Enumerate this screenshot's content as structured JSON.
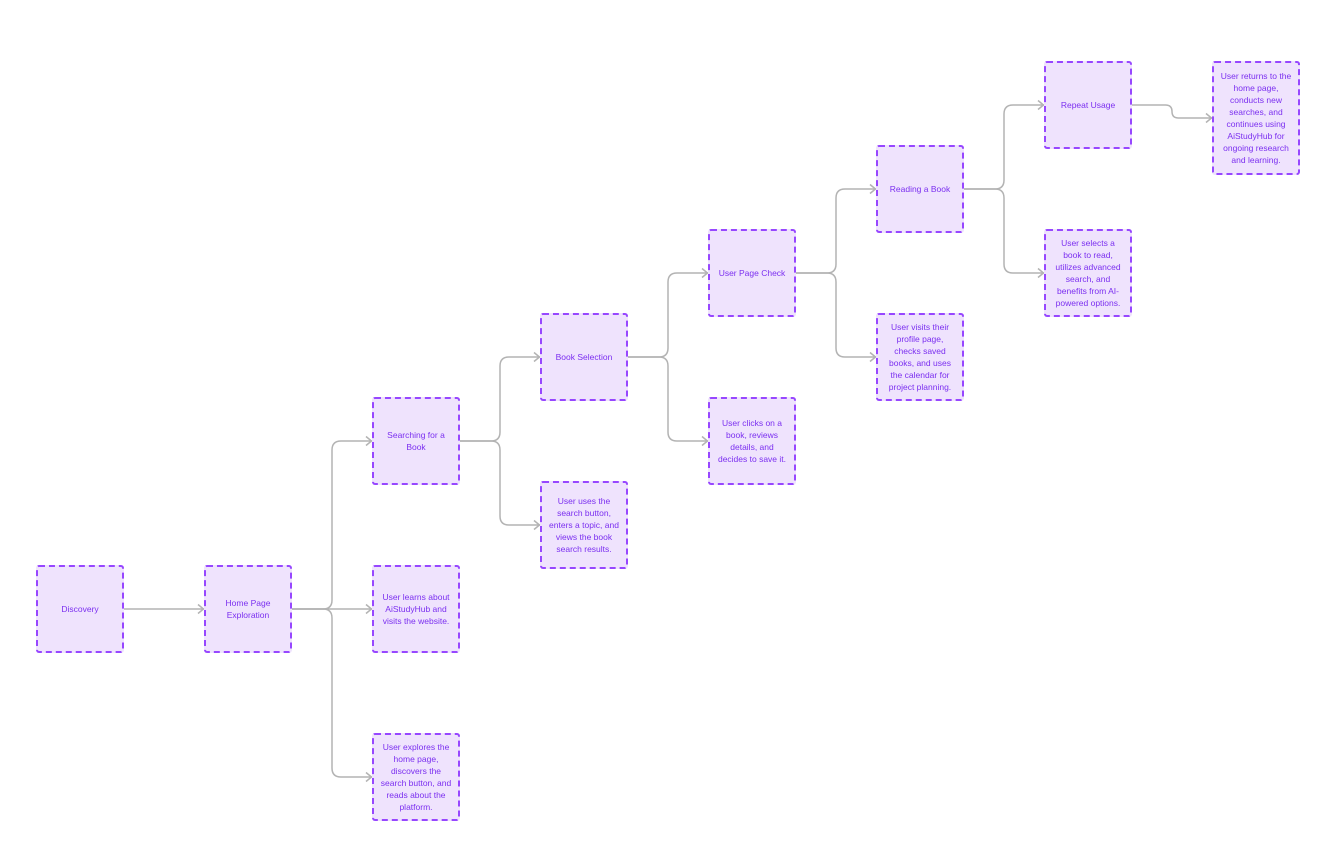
{
  "diagram": {
    "type": "user-journey-flow",
    "colors": {
      "node_fill": "#efe3fd",
      "node_border": "#9747ff",
      "node_text": "#7b2ff0",
      "connector": "#b3b3b3"
    },
    "nodes": {
      "discovery": {
        "label": "Discovery"
      },
      "home": {
        "label": "Home Page Exploration"
      },
      "home_desc": {
        "label": "User learns about AiStudyHub and visits the website."
      },
      "explore_desc": {
        "label": "User explores the home page, discovers the search button, and reads about the platform."
      },
      "search": {
        "label": "Searching for a Book"
      },
      "search_desc": {
        "label": "User uses the search button, enters a topic, and views the book search results."
      },
      "book_selection": {
        "label": "Book Selection"
      },
      "book_selection_desc": {
        "label": "User clicks on a book, reviews details, and decides to save it."
      },
      "user_page": {
        "label": "User Page Check"
      },
      "user_page_desc": {
        "label": "User visits their profile page, checks saved books, and uses the calendar for project planning."
      },
      "reading": {
        "label": "Reading a Book"
      },
      "reading_desc": {
        "label": "User selects a book to read, utilizes advanced search, and benefits from AI-powered options."
      },
      "repeat": {
        "label": "Repeat Usage"
      },
      "repeat_desc": {
        "label": "User returns to the home page, conducts new searches, and continues using AiStudyHub for ongoing research and learning."
      }
    },
    "edges": [
      [
        "discovery",
        "home"
      ],
      [
        "home",
        "home_desc"
      ],
      [
        "home",
        "search"
      ],
      [
        "home",
        "explore_desc"
      ],
      [
        "search",
        "book_selection"
      ],
      [
        "search",
        "search_desc"
      ],
      [
        "book_selection",
        "user_page"
      ],
      [
        "book_selection",
        "book_selection_desc"
      ],
      [
        "user_page",
        "reading"
      ],
      [
        "user_page",
        "user_page_desc"
      ],
      [
        "reading",
        "repeat"
      ],
      [
        "reading",
        "reading_desc"
      ],
      [
        "repeat",
        "repeat_desc"
      ]
    ]
  }
}
